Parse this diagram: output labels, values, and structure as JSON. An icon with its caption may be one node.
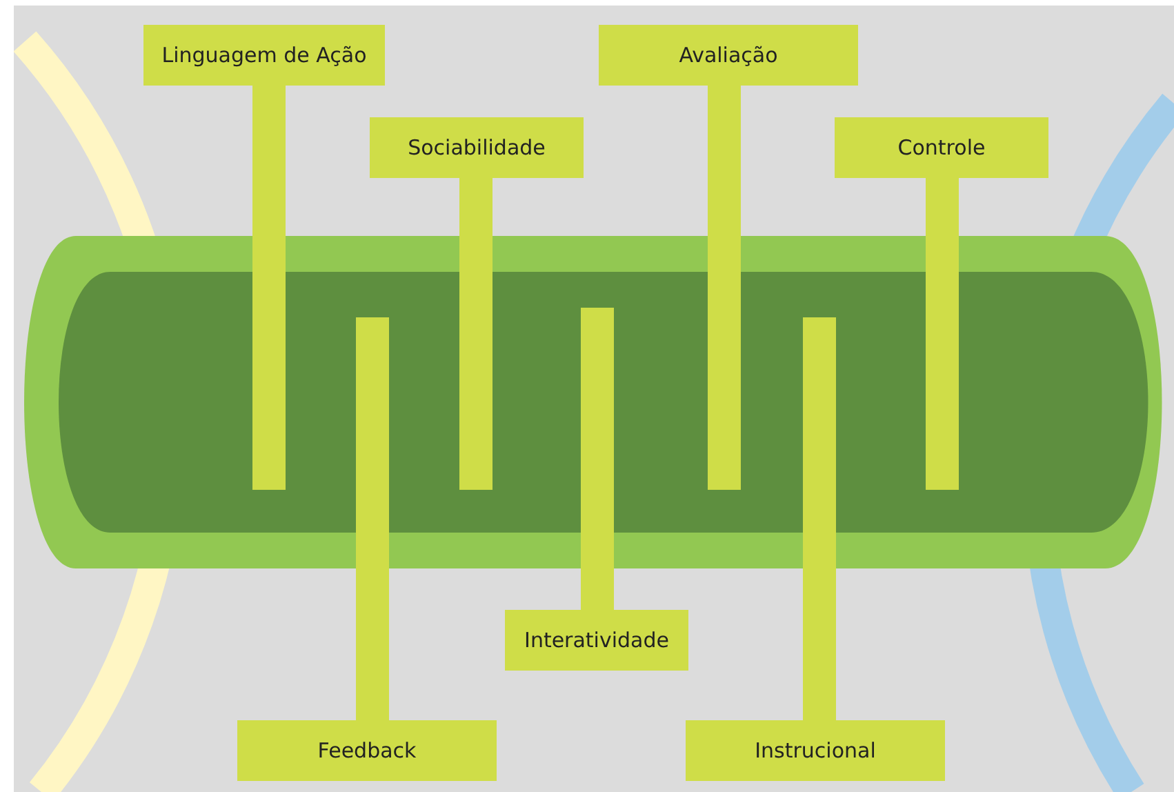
{
  "diagram": {
    "nodes": [
      {
        "text": [
          "Linguagem de Ação"
        ]
      },
      {
        "text": [
          "Sociabilidade"
        ]
      },
      {
        "text": [
          "Avaliação"
        ]
      },
      {
        "text": [
          "Controle"
        ]
      },
      {
        "text": [
          "Interatividade"
        ]
      },
      {
        "text": [
          "Feedback"
        ]
      },
      {
        "text": [
          "Instrucional"
        ]
      }
    ]
  }
}
